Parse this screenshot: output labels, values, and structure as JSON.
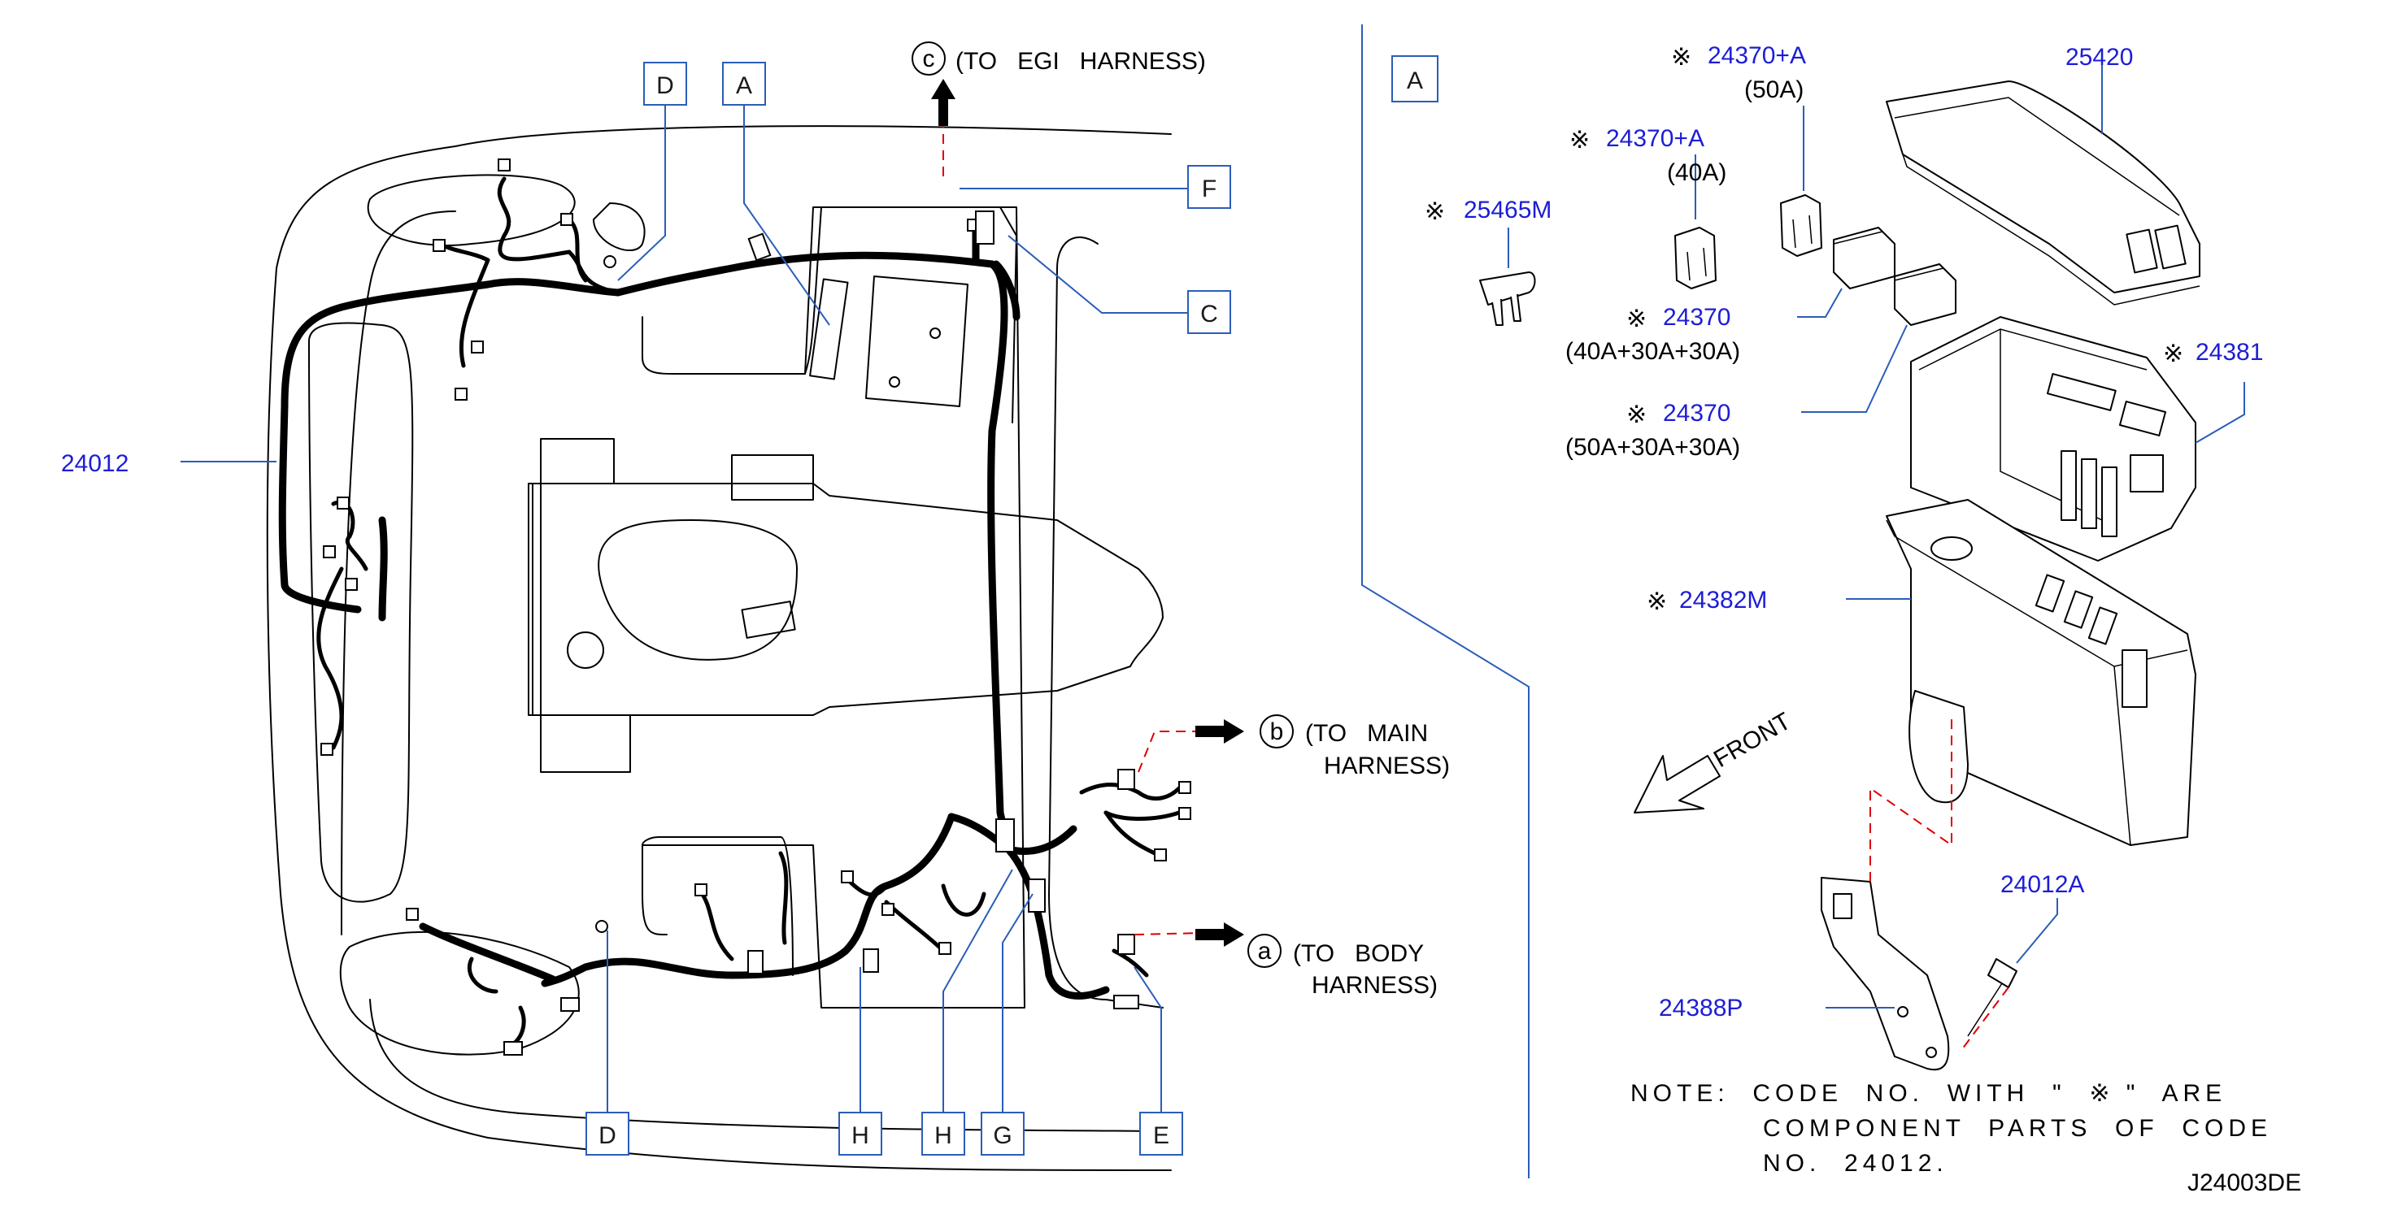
{
  "destinations": {
    "c_letter": "c",
    "c_text": "(TO   EGI   HARNESS)",
    "b_letter": "b",
    "b_line1": "(TO   MAIN",
    "b_line2": "HARNESS)",
    "a_letter": "a",
    "a_line1": "(TO   BODY",
    "a_line2": "HARNESS)"
  },
  "tags": {
    "D_top": "D",
    "A_top": "A",
    "F": "F",
    "C": "C",
    "D_bottom": "D",
    "H_left": "H",
    "H_right": "H",
    "G": "G",
    "E": "E",
    "A_detail": "A"
  },
  "parts": {
    "main_harness": "24012",
    "fusible_50a_code": "24370+A",
    "fusible_50a_rating": "(50A)",
    "fusible_40a_code": "24370+A",
    "fusible_40a_rating": "(40A)",
    "fuse_small": "25465M",
    "cover": "25420",
    "fusible_triple_1_code": "24370",
    "fusible_triple_1_rating": "(40A+30A+30A)",
    "fusible_triple_2_code": "24370",
    "fusible_triple_2_rating": "(50A+30A+30A)",
    "relay_box": "24381",
    "box_body": "24382M",
    "bolt": "24012A",
    "bracket": "24388P"
  },
  "marks": {
    "asterisk": "※"
  },
  "front_label": "FRONT",
  "note": {
    "line1": "NOTE:  CODE  NO.  WITH  \"  ※ \"  ARE",
    "line2": "COMPONENT  PARTS  OF  CODE",
    "line3": "NO.  24012."
  },
  "diagram_id": "J24003DE",
  "colors": {
    "leader": "#2b5db8",
    "part_number": "#1d1dd6",
    "dashed_connector": "#e00000",
    "harness": "#000000"
  }
}
